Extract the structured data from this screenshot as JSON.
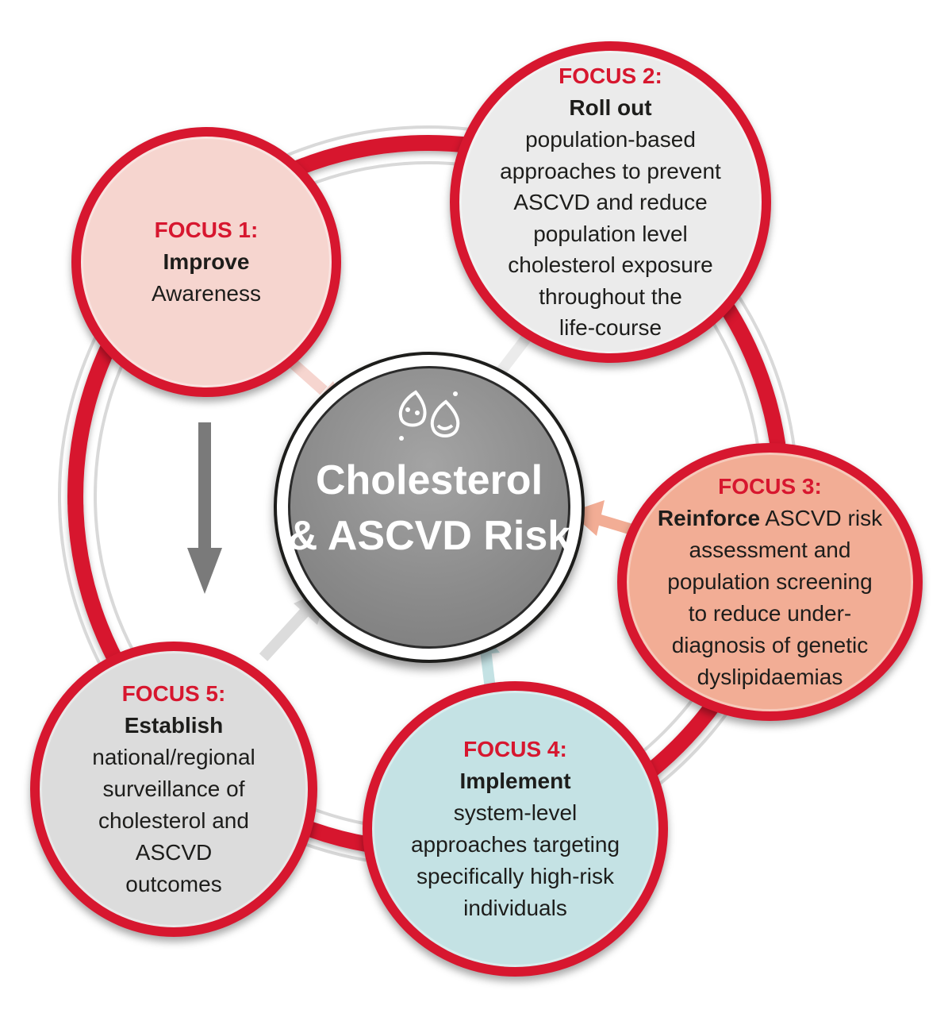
{
  "center": {
    "title_line1": "Cholesterol",
    "title_line2": "& ASCVD Risk",
    "icon": "cholesterol-drops-icon"
  },
  "foci": [
    {
      "label": "FOCUS 1:",
      "lead": "Improve",
      "body": "Awareness",
      "color": "#f6d5cf"
    },
    {
      "label": "FOCUS 2:",
      "lead": "Roll out",
      "body": "population-based\napproaches to prevent\nASCVD and reduce\npopulation level\ncholesterol exposure\nthroughout the\nlife-course",
      "color": "#ebebeb"
    },
    {
      "label": "FOCUS 3:",
      "lead": "Reinforce",
      "body_line1": " ASCVD risk",
      "body": "assessment and\npopulation screening\nto reduce under-\ndiagnosis of genetic\ndyslipidaemias",
      "color": "#f2ad95"
    },
    {
      "label": "FOCUS 4:",
      "lead": "Implement",
      "body": "system-level\napproaches targeting\nspecifically high-risk\nindividuals",
      "color": "#c4e2e4"
    },
    {
      "label": "FOCUS 5:",
      "lead": "Establish",
      "body": "national/regional\nsurveillance of\ncholesterol and\nASCVD\noutcomes",
      "color": "#dcdcdc"
    }
  ],
  "colors": {
    "ring": "#d7172f",
    "label": "#d7172f",
    "arrow_focus1": "#f6d5cf",
    "arrow_focus2": "#ebebeb",
    "arrow_focus3": "#f2ad95",
    "arrow_focus4": "#c4e2e4",
    "arrow_focus5": "#dcdcdc",
    "flow_arrow": "#7a7a7a"
  }
}
